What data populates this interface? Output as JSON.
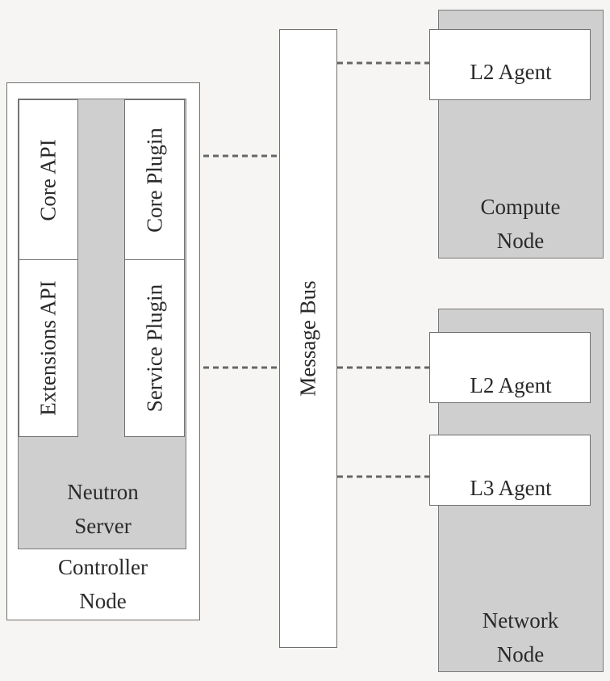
{
  "controller_node": {
    "label_line1": "Controller",
    "label_line2": "Node",
    "neutron_server": {
      "label_line1": "Neutron",
      "label_line2": "Server",
      "core_api": "Core API",
      "extensions_api": "Extensions API",
      "core_plugin": "Core Plugin",
      "service_plugin": "Service Plugin"
    }
  },
  "message_bus": {
    "label": "Message Bus"
  },
  "compute_node": {
    "label_line1": "Compute",
    "label_line2": "Node",
    "l2_agent": "L2 Agent"
  },
  "network_node": {
    "label_line1": "Network",
    "label_line2": "Node",
    "l2_agent": "L2 Agent",
    "l3_agent": "L3 Agent"
  },
  "colors": {
    "node_gray": "#cfcfcf",
    "box_white": "#ffffff",
    "border": "#6f6f6f",
    "connector": "#666666"
  }
}
